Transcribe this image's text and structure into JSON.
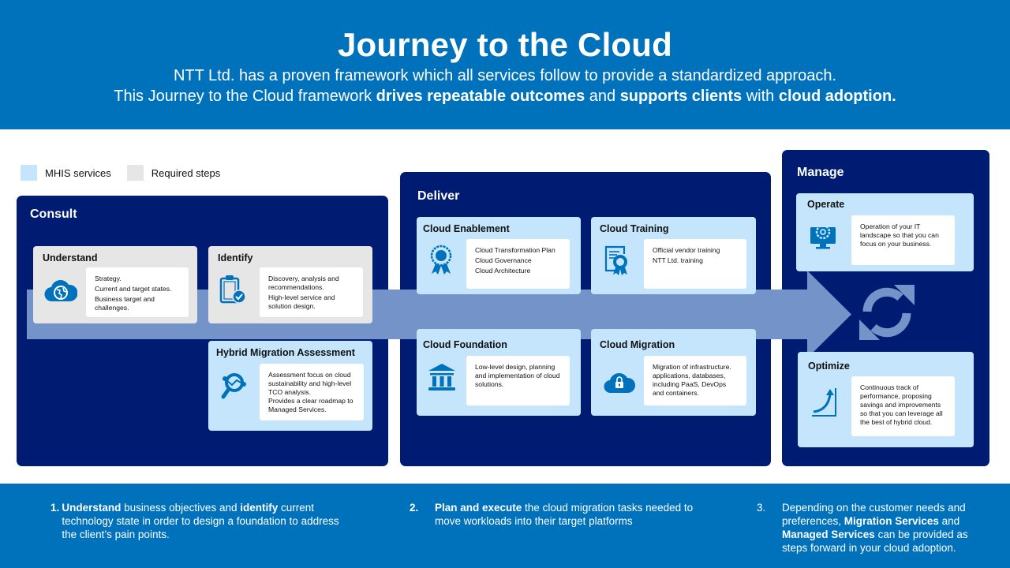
{
  "header": {
    "title": "Journey to the Cloud",
    "subtitle_line1": "NTT Ltd. has a proven framework which all services follow to provide a standardized approach.",
    "subtitle_line2": {
      "t1": "This Journey to the Cloud framework ",
      "b1": "drives repeatable outcomes",
      "t2": " and ",
      "b2": "supports clients",
      "t3": " with ",
      "b3": "cloud adoption."
    }
  },
  "legend": {
    "items": [
      {
        "label": "MHIS services",
        "color": "#c4e5fb"
      },
      {
        "label": "Required steps",
        "color": "#e6e6e6"
      }
    ]
  },
  "colors": {
    "header_blue": "#0072bc",
    "panel_navy": "#001b72",
    "band_blue": "#7493c8",
    "mhis_card": "#c4e5fb",
    "required_card": "#e6e6e6",
    "icon_blue": "#0072bc"
  },
  "phases": {
    "consult": {
      "title": "Consult",
      "cards": {
        "understand": {
          "title": "Understand",
          "type": "required",
          "icon": "cloud-globe-icon",
          "lines": [
            "Strategy.",
            "Current and target states.",
            "Business target and challenges."
          ]
        },
        "identify": {
          "title": "Identify",
          "type": "required",
          "icon": "clipboard-check-icon",
          "lines": [
            "Discovery, analysis and recommendations.",
            "High-level service and solution design."
          ]
        },
        "hybrid": {
          "title": "Hybrid Migration Assessment",
          "type": "mhis",
          "icon": "magnifier-analysis-icon",
          "lines": [
            "Assessment focus on cloud sustainability and high-level TCO analysis.",
            "Provides a clear roadmap to Managed Services."
          ]
        }
      }
    },
    "deliver": {
      "title": "Deliver",
      "cards": {
        "enablement": {
          "title": "Cloud Enablement",
          "type": "mhis",
          "icon": "award-ribbon-icon",
          "lines": [
            "Cloud Transformation Plan",
            "Cloud Governance",
            "Cloud Architecture"
          ]
        },
        "training": {
          "title": "Cloud Training",
          "type": "mhis",
          "icon": "certificate-icon",
          "lines": [
            "Official vendor training",
            "NTT Ltd. training"
          ]
        },
        "foundation": {
          "title": "Cloud Foundation",
          "type": "mhis",
          "icon": "bank-columns-icon",
          "lines": [
            "Low-level design, planning and implementation of cloud solutions."
          ]
        },
        "migration": {
          "title": "Cloud Migration",
          "type": "mhis",
          "icon": "cloud-lock-icon",
          "lines": [
            "Migration of infrastructure. applications, databases, including PaaS, DevOps and containers."
          ]
        }
      }
    },
    "manage": {
      "title": "Manage",
      "cards": {
        "operate": {
          "title": "Operate",
          "type": "mhis",
          "icon": "monitor-gear-icon",
          "lines": [
            "Operation of your IT landscape so that you can focus on your business."
          ]
        },
        "optimize": {
          "title": "Optimize",
          "type": "mhis",
          "icon": "growth-chart-icon",
          "lines": [
            "Continuous track of performance, proposing savings and improvements so that you can leverage all the best of hybrid cloud."
          ]
        }
      },
      "cycle_icon": "refresh-cycle-icon"
    }
  },
  "footer": {
    "items": [
      {
        "num": "1.",
        "b1": "Understand",
        "t1": " business objectives and ",
        "b2": "identify",
        "t2": " current technology state in order to design a foundation to address the client’s pain points."
      },
      {
        "num": "2.",
        "b1": "Plan and execute",
        "t1": " the cloud migration tasks needed to move workloads into their target platforms"
      },
      {
        "num": "3.",
        "t0": "Depending on the customer needs and preferences, ",
        "b1": "Migration Services",
        "t1": " and ",
        "b2": "Managed Services",
        "t2": " can be provided as steps forward in your cloud adoption."
      }
    ]
  }
}
